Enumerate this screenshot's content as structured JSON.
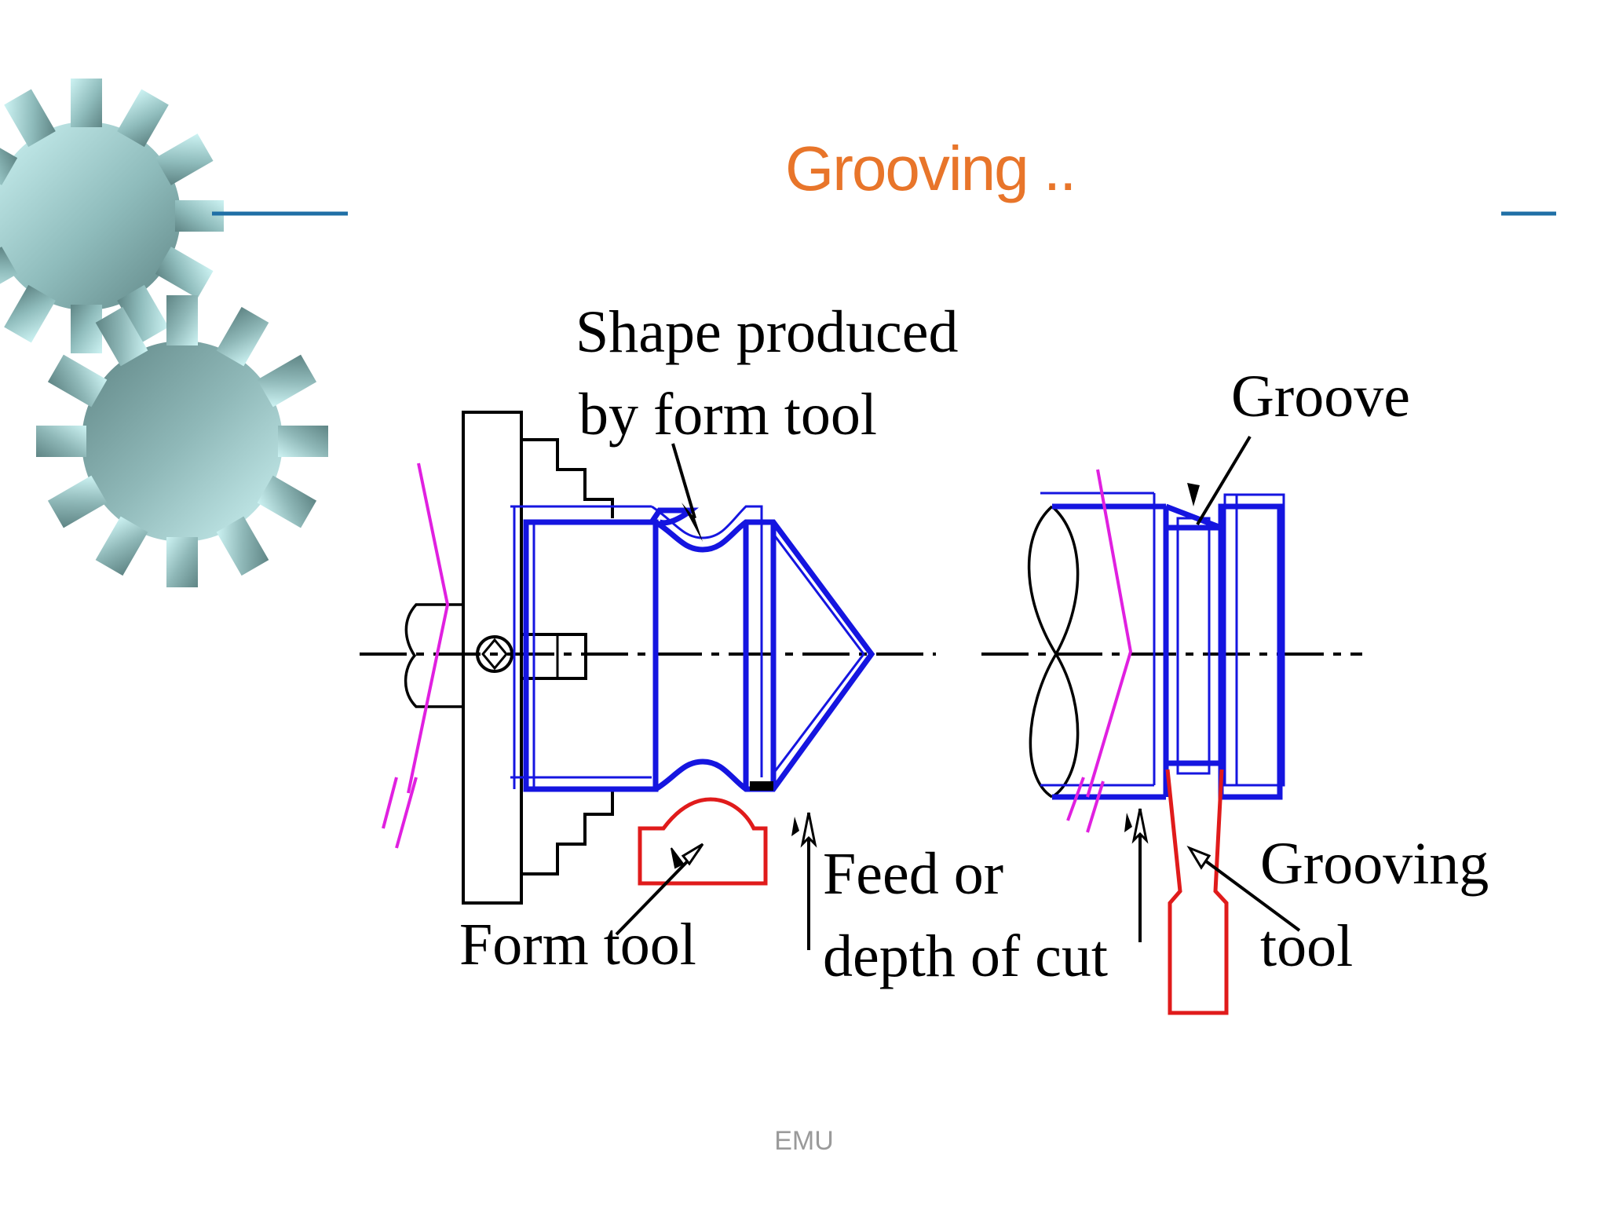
{
  "slide": {
    "title": "Grooving ..",
    "footer": "EMU"
  },
  "diagram": {
    "labels": {
      "shape_produced_line1": "Shape produced",
      "shape_produced_line2": "by form tool",
      "form_tool": "Form tool",
      "feed_line1": "Feed or",
      "feed_line2": "depth of cut",
      "groove": "Groove",
      "grooving_tool_line1": "Grooving",
      "grooving_tool_line2": "tool"
    }
  },
  "colors": {
    "title": "#e8752a",
    "rule": "#1f6fa6",
    "workpiece": "#1515e0",
    "tool": "#e01b1b",
    "cut_mark": "#e020e0",
    "outline": "#000000"
  }
}
